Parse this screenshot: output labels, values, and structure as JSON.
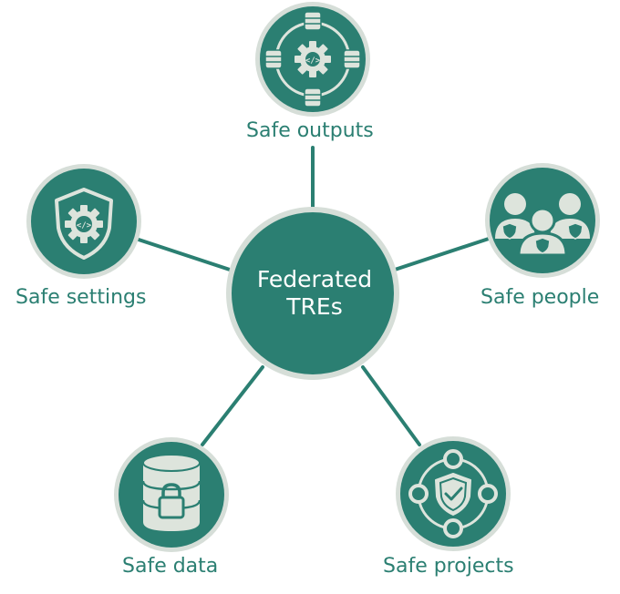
{
  "center": {
    "line1": "Federated",
    "line2": "TREs"
  },
  "nodes": {
    "outputs": "Safe outputs",
    "settings": "Safe settings",
    "people": "Safe people",
    "data": "Safe data",
    "projects": "Safe projects"
  },
  "colors": {
    "teal": "#2b7f72",
    "light": "#dde4dc",
    "ring": "#d6ded8",
    "line": "#2b7f72"
  }
}
